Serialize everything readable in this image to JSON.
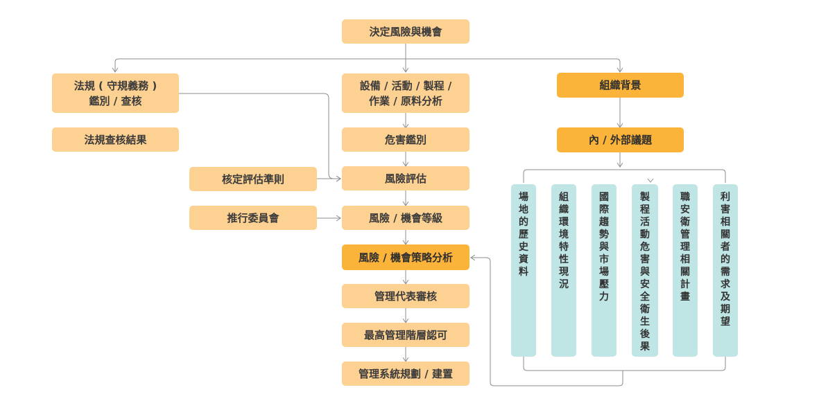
{
  "colors": {
    "light_box": "#fdd192",
    "strong_box": "#fbb33a",
    "column": "#bfe5e4",
    "line": "#8c8c8c"
  },
  "nodes": {
    "decide": "決定風險與機會",
    "regulations": "法規 ( 守規義務 )\n鑑別 / 查核",
    "regulation_results": "法規查核結果",
    "equipment": "設備 / 活動 / 製程 /\n作業 / 原料分析",
    "hazard_identification": "危害鑑別",
    "risk_assessment": "風險評估",
    "risk_level": "風險 / 機會等級",
    "strategy_analysis": "風險 / 機會策略分析",
    "management_review": "管理代表審核",
    "top_management": "最高管理階層認可",
    "system_planning": "管理系統規劃 / 建置",
    "criteria": "核定評估準則",
    "committee": "推行委員會",
    "org_background": "組織背景",
    "issues": "內 / 外部議題"
  },
  "columns": [
    "場地的歷史資料",
    "組織環境特性現況",
    "國際趨勢與市場壓力",
    "製程 活動危害與安全衛生後果",
    "職安衛管理相關計畫",
    "利害相關者的需求及期望"
  ]
}
